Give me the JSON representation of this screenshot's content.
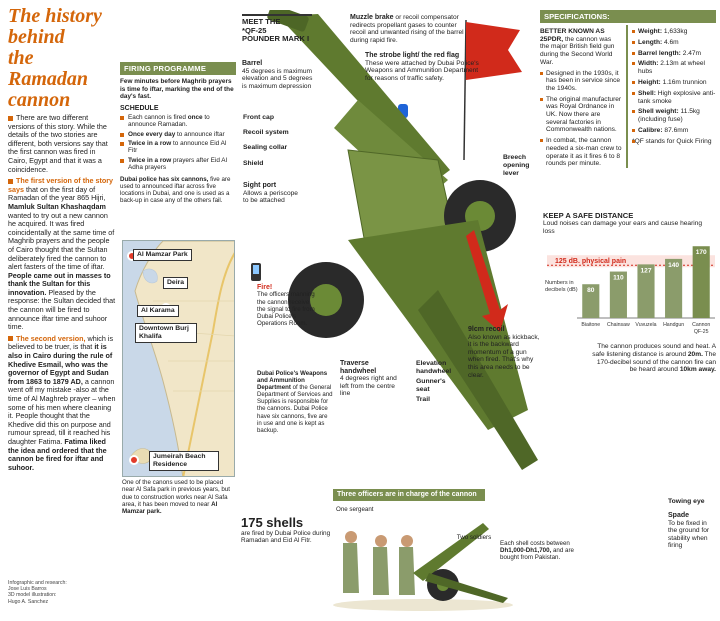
{
  "title": {
    "line1": "The history behind",
    "line2": "the Ramadan cannon"
  },
  "story": {
    "intro": "There are two different versions of this story. While the details of the two stories are different, both versions say that the first cannon was fired in Cairo, Egypt and that it was a coincidence.",
    "first_label": "The first version of the story says",
    "first_text": "that on the first day of Ramadan of the year 865 Hijri,",
    "first_name": "Mamluk Sultan Khashaqdam",
    "first_text2": "wanted to try out a new cannon he acquired. It was fired coincidentally at the same time of Maghrib prayers and the people of Cairo thought that the Sultan deliberately fired the cannon to alert fasters of the time of iftar.",
    "first_bold": "People came out in masses to thank the Sultan for this innovation.",
    "first_text3": "Pleased by the response: the Sultan decided that the cannon will be fired to announce iftar time and suhoor time.",
    "second_label": "The second version,",
    "second_text": "which is believed to be truer, is that",
    "second_bold": "it is also in Cairo during the rule of Khedive Esmail, who was the governor of Egypt and Sudan from 1863 to 1879 AD,",
    "second_text2": "a cannon went off my mistake -also at the time of Al Maghreb prayer – when some of his men where cleaning it.",
    "second_text3": "People thought that the Khedive did this on purpose and rumour spread, till it reached his daughter Fatima.",
    "second_bold2": "Fatima liked the idea and ordered that the cannon be fired for iftar and suhoor."
  },
  "credits": {
    "l1": "Infographic and research:",
    "l2": "Jose Luis Barros",
    "l3": "3D model illustration:",
    "l4": "Hugo A. Sanchez"
  },
  "firing": {
    "header": "FIRING PROGRAMME",
    "intro": "Few minutes before Maghrib prayers is time fo iftar, marking the end of the day's fast.",
    "schedule_head": "SCHEDULE",
    "s1a": "Each cannon is fired",
    "s1b": "once",
    "s1c": "to announce Ramadan.",
    "s2a": "Once every day",
    "s2b": "to announce iftar",
    "s3a": "Twice in a row",
    "s3b": "to announce Eid Al Fitr",
    "s4a": "Twice in a row",
    "s4b": "prayers after Eid Al Adha prayers",
    "note_bold": "Dubai police has six cannons,",
    "note": "five are used to announced iftar across five locations in Dubai, and one is used as a back-up in case any of the others fail."
  },
  "map": {
    "places": [
      "Al Mamzar Park",
      "Deira",
      "Al Karama",
      "Downtown Burj Khalifa",
      "Jumeirah Beach Residence"
    ]
  },
  "mapnote": {
    "text": "One of the canons used to be placed near Al Safa park in previous years, but due to construction works near Al Safa area, it has been moved to near",
    "bold": "Al Mamzar park."
  },
  "meet": {
    "l1": "MEET THE",
    "l2": "*QF-25",
    "l3": "POUNDER MARK I"
  },
  "callouts": {
    "muzzle_b": "Muzzle brake",
    "muzzle": "or recoil compensator redirects propellant gases to counter recoil and unwanted rising of the barrel during rapid fire.",
    "barrel_b": "Barrel",
    "barrel": "45 degrees is maximum elevation and 5 degrees is maximum depression",
    "strobe_b": "The strobe light/ the red flag",
    "strobe": "These were attached by Dubai Police's Weapons and Ammunition Department for reasons of traffic safety.",
    "front_cap": "Front cap",
    "recoil_system": "Recoil system",
    "sealing_collar": "Sealing collar",
    "shield": "Shield",
    "sight_b": "Sight port",
    "sight": "Allows a periscope to be attached",
    "breech": "Breech opening lever",
    "recoil_b": "9lcm recoil",
    "recoil": "Also known as kickback, it is the backward momentum of a gun when fired. That's why this area needs to be clear.",
    "traverse_b": "Traverse handwheel",
    "traverse": "4 degrees right and left from the centre line",
    "elevation": "Elevation handwheel",
    "gunner": "Gunner's seat",
    "trail": "Trail",
    "towing": "Towing eye",
    "spade_b": "Spade",
    "spade": "To be fixed in the ground for stability when firing"
  },
  "fire": {
    "head": "Fire!",
    "text": "The officers manning the cannon receive the signal to fire from Dubai Police's Operations Room."
  },
  "depart": {
    "bold": "Dubai Police's Weapons and Ammunition Department",
    "text": "of the General Department of Services and Supplies is responsible for the cannons. Dubai Police have six cannons, five are in use and one is kept as backup."
  },
  "shells": {
    "big": "175 shells",
    "text": "are fired by Dubai Police during Ramadan and Eid Al Fitr."
  },
  "officers": {
    "header": "Three officers are in charge of the cannon",
    "one": "One sergeant",
    "two": "Two soldiers",
    "cost": "Each shell costs between",
    "cost_b": "Dh1,000-Dh1,700,",
    "cost2": "and are bought from Pakistan."
  },
  "specs": {
    "header": "SPECIFICATIONS:",
    "known_b": "BETTER KNOWN AS 25PDR,",
    "known": "the cannon was the major British field gun during the Second World War.",
    "d1": "Designed in the 1930s, it has been in service since the 1940s.",
    "d2": "The original manufacturer was Royal Ordnance in UK. Now there are several factories in Commonwealth nations.",
    "d3": "In combat, the cannon needed a six-man crew to operate it as it fires 6 to 8 rounds per minute.",
    "weight_b": "Weight:",
    "weight": "1,633kg",
    "length_b": "Length:",
    "length": "4.6m",
    "barrel_b": "Barrel length:",
    "barrel": "2.47m",
    "width_b": "Width:",
    "width": "2.13m at wheel hubs",
    "height_b": "Height:",
    "height": "1.16m trunnion",
    "shell_b": "Shell:",
    "shell": "High explosive anti-tank smoke",
    "sw_b": "Shell weight:",
    "sw": "11.5kg (including fuse)",
    "calibre_b": "Calibre:",
    "calibre": "87.6mm",
    "qf": "*QF stands for Quick Firing"
  },
  "safe": {
    "head": "KEEP A SAFE DISTANCE",
    "sub": "Loud noises can damage your ears and cause hearing loss"
  },
  "chart_data": {
    "type": "bar",
    "categories": [
      "Biaitone",
      "Chainsaw",
      "Vuvuzela",
      "Handgun",
      "Cannon QF-25"
    ],
    "values": [
      80,
      110,
      127,
      140,
      170
    ],
    "ylabel": "Numbers in decibels (dB)",
    "annotation": "125 dB. physical pain",
    "threshold": 125,
    "colors": {
      "bar": "#8b9c6b",
      "highlight": "#7a8e4f",
      "pain": "#d12a1b"
    }
  },
  "noisenote": {
    "t1": "The cannon produces sound and heat. A safe listening distance is around",
    "b1": "20m.",
    "t2": "The 170-decibel sound of the cannon fire can be heard around",
    "b2": "10km away."
  },
  "colors": {
    "accent": "#d4660a",
    "olive": "#7a8e4f",
    "red": "#d12a1b"
  }
}
